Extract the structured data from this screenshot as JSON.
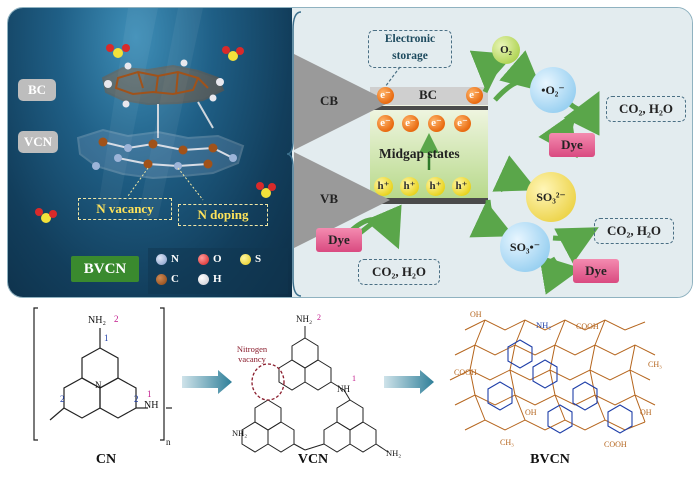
{
  "scene": {
    "bc_label": "BC",
    "vcn_label": "VCN",
    "n_vacancy": "N vacancy",
    "n_doping": "N doping",
    "bvcn_label": "BVCN",
    "legend": {
      "n": "N",
      "o": "O",
      "s": "S",
      "c": "C",
      "h": "H"
    }
  },
  "mechanism": {
    "electronic_storage": "Electronic storage",
    "cb": "CB",
    "vb": "VB",
    "bc": "BC",
    "midgap": "Midgap states",
    "electron": "e⁻",
    "hole": "h⁺",
    "o2": "O₂",
    "o2_radical": "•O₂⁻",
    "so3": "SO₃²⁻",
    "so3_radical": "SO₃•⁻",
    "dye": "Dye",
    "products": "CO₂, H₂O"
  },
  "structures": {
    "cn_label": "CN",
    "vcn_label": "VCN",
    "bvcn_label": "BVCN",
    "nitrogen_vacancy": "Nitrogen vacancy",
    "nh2": "NH₂",
    "nh": "NH",
    "n": "N",
    "subscript_n": "n",
    "oh": "OH",
    "cooh": "COOH",
    "ch3": "CH₃",
    "site1": "1",
    "site2": "2"
  },
  "colors": {
    "bvcn_green": "#3a8a2e",
    "dye_pink": "#e0608f",
    "arrow_green": "#5aa64a",
    "structure_brown": "#b5651d",
    "structure_blue": "#1f3fa8"
  }
}
